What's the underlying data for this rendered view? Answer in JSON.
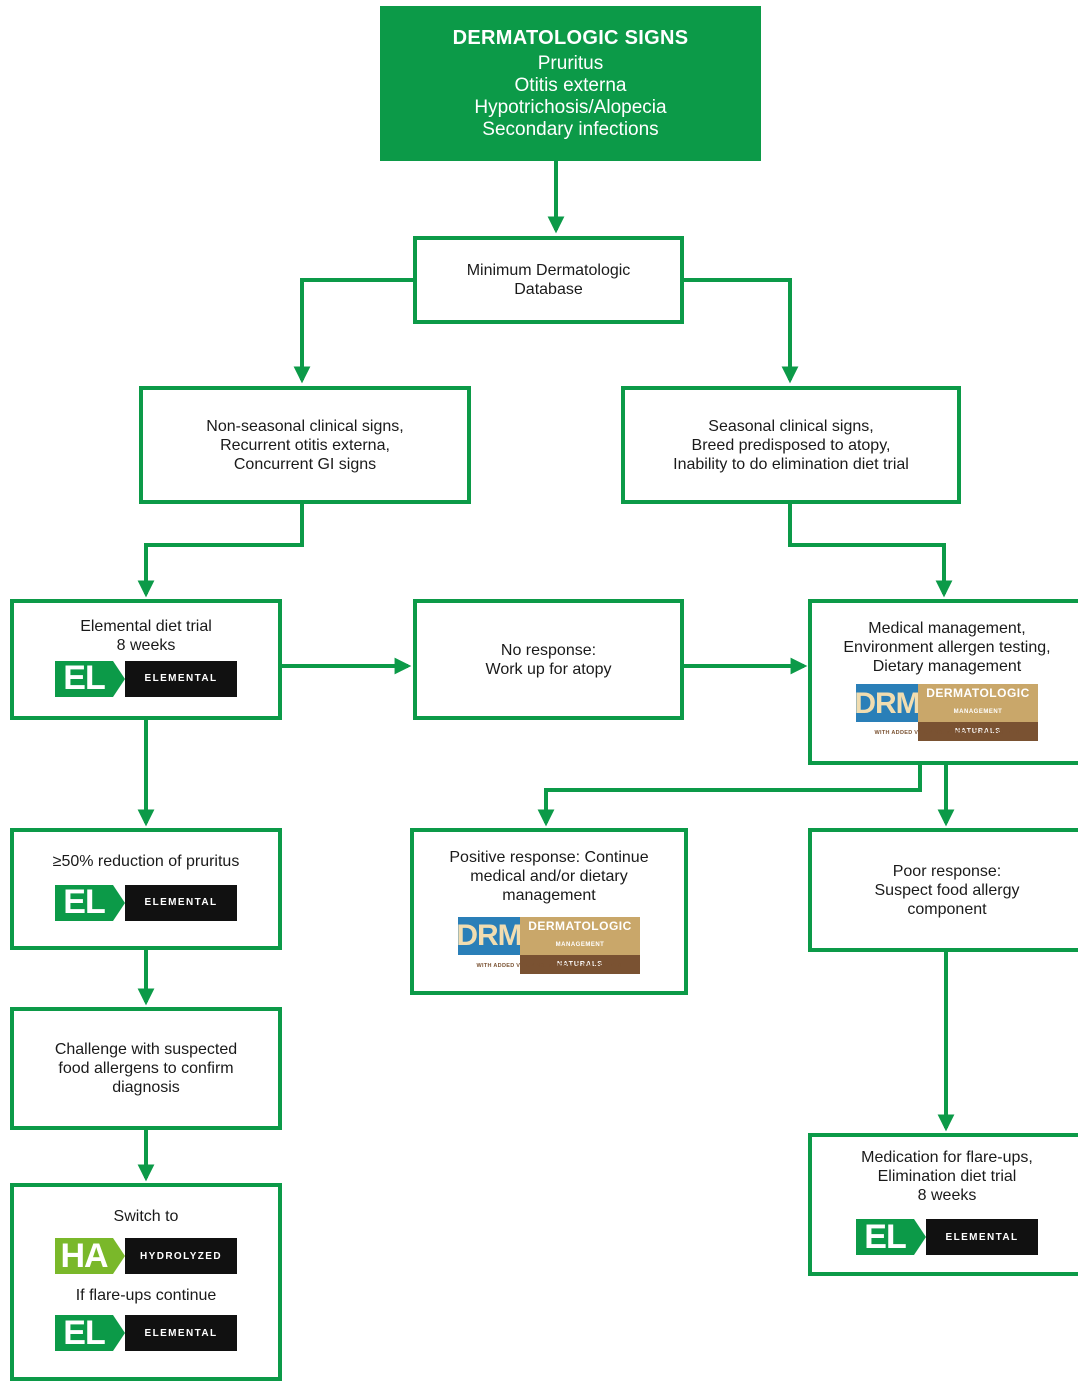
{
  "colors": {
    "accent": "#0c9a48",
    "ha": "#7ab82a",
    "drm_blue": "#2a7fb8",
    "drm_tan": "#c9a76a",
    "drm_brown": "#7a5232"
  },
  "products": {
    "el": {
      "code": "EL",
      "name": "ELEMENTAL"
    },
    "ha": {
      "code": "HA",
      "name": "HYDROLYZED"
    },
    "drm": {
      "code": "DRM",
      "line1": "DERMATOLOGIC",
      "line2": "MANAGEMENT",
      "line3": "NATURALS",
      "tagline": "WITH ADDED VITAMINS, MINERALS & NUTRIENTS"
    }
  },
  "nodes": {
    "signs": {
      "title": "DERMATOLOGIC SIGNS",
      "text": "Pruritus\nOtitis externa\nHypotrichosis/Alopecia\nSecondary infections"
    },
    "min_db": {
      "text": "Minimum Dermatologic\nDatabase"
    },
    "non_seasonal": {
      "text": "Non-seasonal clinical signs,\nRecurrent otitis externa,\nConcurrent GI signs"
    },
    "seasonal": {
      "text": "Seasonal clinical signs,\nBreed predisposed to atopy,\nInability to do elimination diet trial"
    },
    "elemental_trial": {
      "text": "Elemental diet trial\n8 weeks"
    },
    "no_response": {
      "text": "No response:\nWork up for atopy"
    },
    "medical_mgmt": {
      "text": "Medical management,\nEnvironment allergen testing,\nDietary management"
    },
    "reduction": {
      "text": "≥50% reduction of pruritus"
    },
    "positive": {
      "text": "Positive response: Continue\nmedical and/or dietary\nmanagement"
    },
    "poor": {
      "text": "Poor response:\nSuspect food allergy\ncomponent"
    },
    "challenge": {
      "text": "Challenge with suspected\nfood allergens to confirm\ndiagnosis"
    },
    "switch": {
      "text1": "Switch to",
      "text2": "If flare-ups continue"
    },
    "medication": {
      "text": "Medication for flare-ups,\nElimination diet trial\n8 weeks"
    }
  }
}
